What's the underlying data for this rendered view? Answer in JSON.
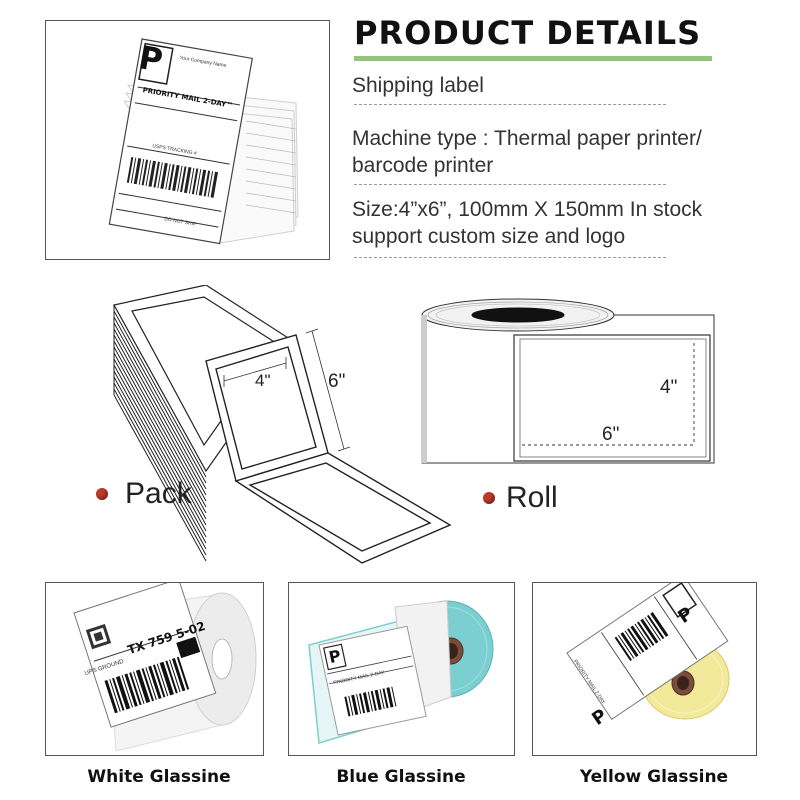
{
  "header": {
    "title": "PRODUCT DETAILS"
  },
  "specs": {
    "line1": "Shipping label",
    "line2a": "Machine type : Thermal paper printer/",
    "line2b": "barcode printer",
    "line3a": "Size:4”x6”,  100mm X 150mm In stock",
    "line3b": "support custom size and logo"
  },
  "hero_label": {
    "brand_letter": "P",
    "from_text": "Your Company Name",
    "service": "PRIORITY MAIL 2-DAY™",
    "tracking": "USPS TRACKING #",
    "footer": "DO NOT SHIP"
  },
  "formats": {
    "pack": {
      "label": "Pack",
      "width_dim": "4\"",
      "height_dim": "6\""
    },
    "roll": {
      "label": "Roll",
      "width_dim": "4\"",
      "length_dim": "6\""
    }
  },
  "variants": [
    {
      "caption": "White Glassine",
      "label_text": "TX 759 5-02",
      "label_sub": "UPS GROUND",
      "liner_color": "#f2f2f2"
    },
    {
      "caption": "Blue Glassine",
      "label_text": "P",
      "label_sub": "PRIORITY MAIL 2-DAY",
      "liner_color": "#7ccfd0"
    },
    {
      "caption": "Yellow Glassine",
      "label_text": "P",
      "label_sub": "PRIORITY MAIL 2-DAY",
      "liner_color": "#f3e99a"
    }
  ],
  "colors": {
    "accent_bar": "#93c47d",
    "bullet": "#c0392b"
  }
}
